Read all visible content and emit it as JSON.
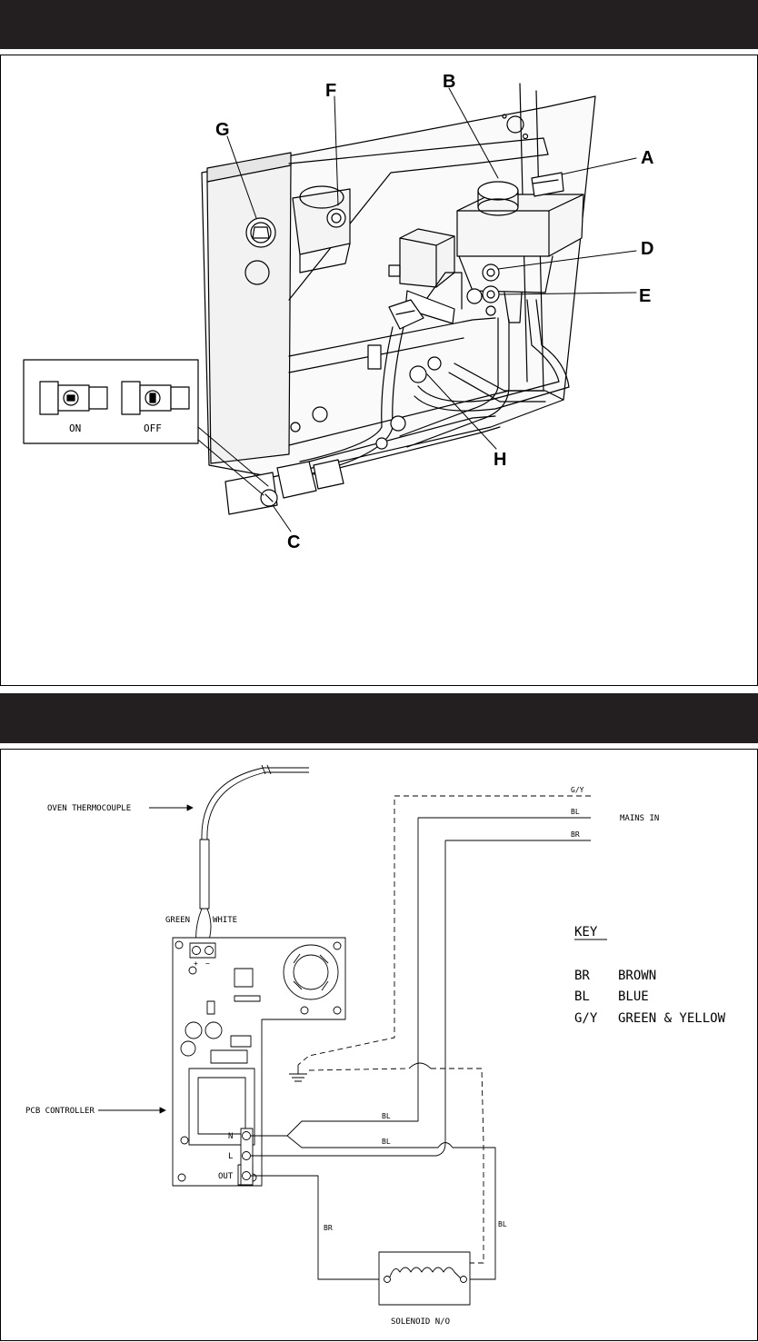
{
  "top_diagram": {
    "callouts": {
      "a": "A",
      "b": "B",
      "c": "C",
      "d": "D",
      "e": "E",
      "f": "F",
      "g": "G",
      "h": "H"
    },
    "inset": {
      "on_label": "ON",
      "off_label": "OFF"
    }
  },
  "wiring": {
    "oven_thermocouple": "OVEN THERMOCOUPLE",
    "green": "GREEN",
    "white": "WHITE",
    "plus": "+",
    "minus": "−",
    "pcb_controller": "PCB CONTROLLER",
    "terminal_n": "N",
    "terminal_l": "L",
    "terminal_out": "OUT",
    "mains_in": "MAINS IN",
    "wire_gy": "G/Y",
    "wire_bl_top": "BL",
    "wire_br_top": "BR",
    "wire_bl_n": "BL",
    "wire_bl_l": "BL",
    "wire_br_out": "BR",
    "wire_bl_sol": "BL",
    "solenoid": "SOLENOID N/O",
    "key": {
      "title": "KEY",
      "entries": [
        {
          "code": "BR",
          "meaning": "BROWN"
        },
        {
          "code": "BL",
          "meaning": "BLUE"
        },
        {
          "code": "G/Y",
          "meaning": "GREEN & YELLOW"
        }
      ]
    }
  }
}
